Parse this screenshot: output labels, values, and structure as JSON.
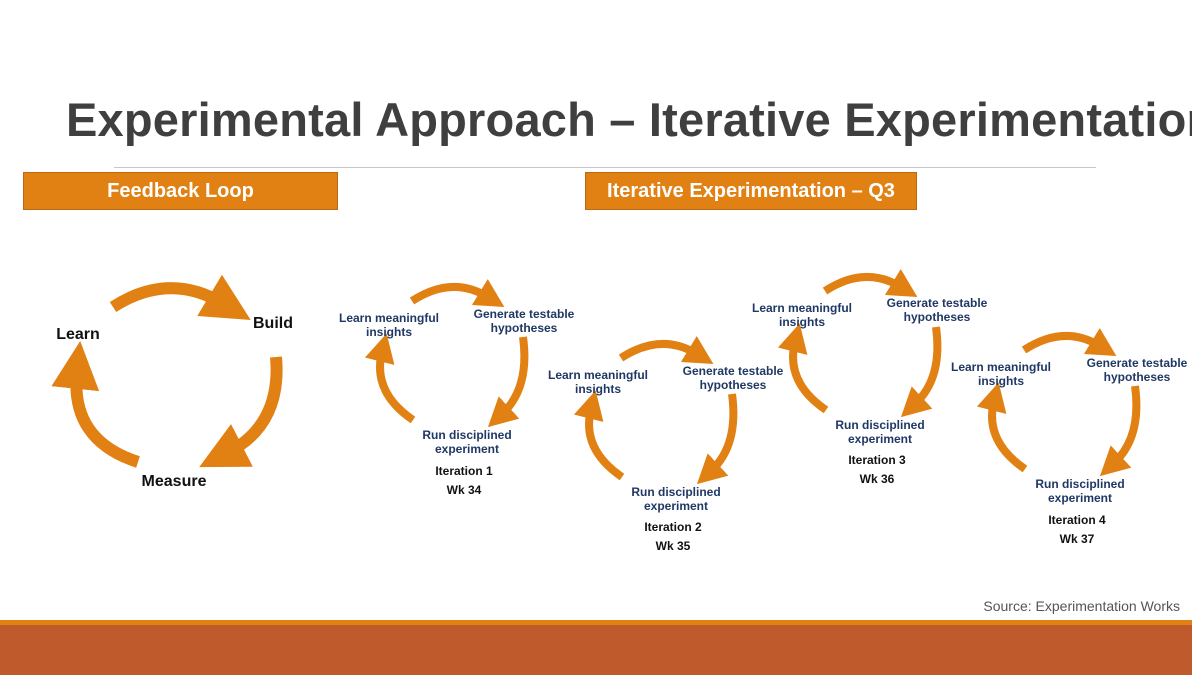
{
  "title": "Experimental Approach – Iterative Experimentation",
  "sections": {
    "feedback": "Feedback Loop",
    "iterative": "Iterative Experimentation – Q3"
  },
  "feedback_loop": {
    "learn": "Learn",
    "build": "Build",
    "measure": "Measure"
  },
  "iterations": [
    {
      "learn": [
        "Learn meaningful",
        "insights"
      ],
      "generate": [
        "Generate testable",
        "hypotheses"
      ],
      "run": [
        "Run disciplined",
        "experiment"
      ],
      "iteration": "Iteration 1",
      "week": "Wk 34"
    },
    {
      "learn": [
        "Learn meaningful",
        "insights"
      ],
      "generate": [
        "Generate testable",
        "hypotheses"
      ],
      "run": [
        "Run disciplined",
        "experiment"
      ],
      "iteration": "Iteration 2",
      "week": "Wk 35"
    },
    {
      "learn": [
        "Learn meaningful",
        "insights"
      ],
      "generate": [
        "Generate testable",
        "hypotheses"
      ],
      "run": [
        "Run disciplined",
        "experiment"
      ],
      "iteration": "Iteration 3",
      "week": "Wk 36"
    },
    {
      "learn": [
        "Learn meaningful",
        "insights"
      ],
      "generate": [
        "Generate testable",
        "hypotheses"
      ],
      "run": [
        "Run disciplined",
        "experiment"
      ],
      "iteration": "Iteration 4",
      "week": "Wk 37"
    }
  ],
  "source": "Source: Experimentation Works",
  "colors": {
    "accent": "#e28113",
    "footer": "#bf5a2c",
    "title": "#3f3f3f",
    "cycle_text": "#1f3864"
  },
  "icons": [
    "cycle-arrow-icon"
  ]
}
